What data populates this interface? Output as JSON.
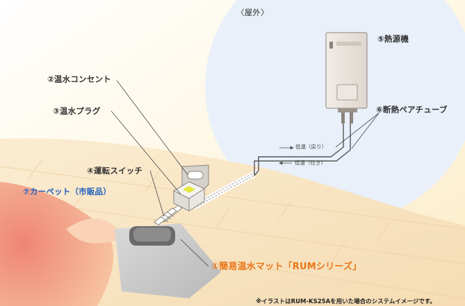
{
  "outdoor_label": "〈屋外〉",
  "labels": {
    "heat_source": "⑤熱源機",
    "pair_tube": "⑥断熱ペアチューブ",
    "hot_water_outlet": "②温水コンセント",
    "hot_water_plug": "③温水プラグ",
    "operation_switch": "④運転スイッチ",
    "carpet": "⑦カーペット（市販品）",
    "mat": "①簡易温水マット「RUMシリーズ」"
  },
  "flow": {
    "return": "低温（戻り）",
    "supply": "低温（往き）"
  },
  "footnote": "※イラストはRUM-KS25Aを用いた場合のシステムイメージです。",
  "colors": {
    "outdoor_bg": "#eaf1f9",
    "wall": "#fdf2d8",
    "floor": "#f7e5c4",
    "carpet": "#f08f7e",
    "label_accent_blue": "#1f5fbf",
    "label_accent_orange": "#e8761a"
  }
}
